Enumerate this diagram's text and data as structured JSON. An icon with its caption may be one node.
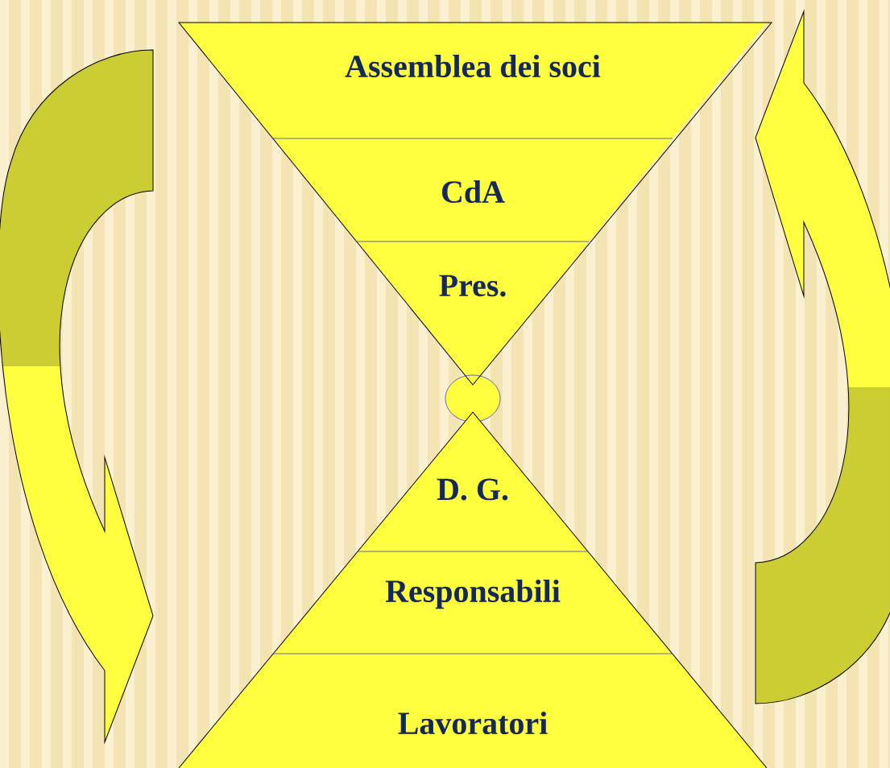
{
  "diagram": {
    "nodes": [
      {
        "text": [
          "Assemblea dei soci"
        ]
      },
      {
        "text": [
          "CdA"
        ]
      },
      {
        "text": [
          "Pres."
        ]
      },
      {
        "text": [],
        "shape": "circle"
      },
      {
        "text": [
          "D. G."
        ]
      },
      {
        "text": [
          "Responsabili"
        ]
      },
      {
        "text": [
          "Lavoratori"
        ]
      }
    ]
  }
}
